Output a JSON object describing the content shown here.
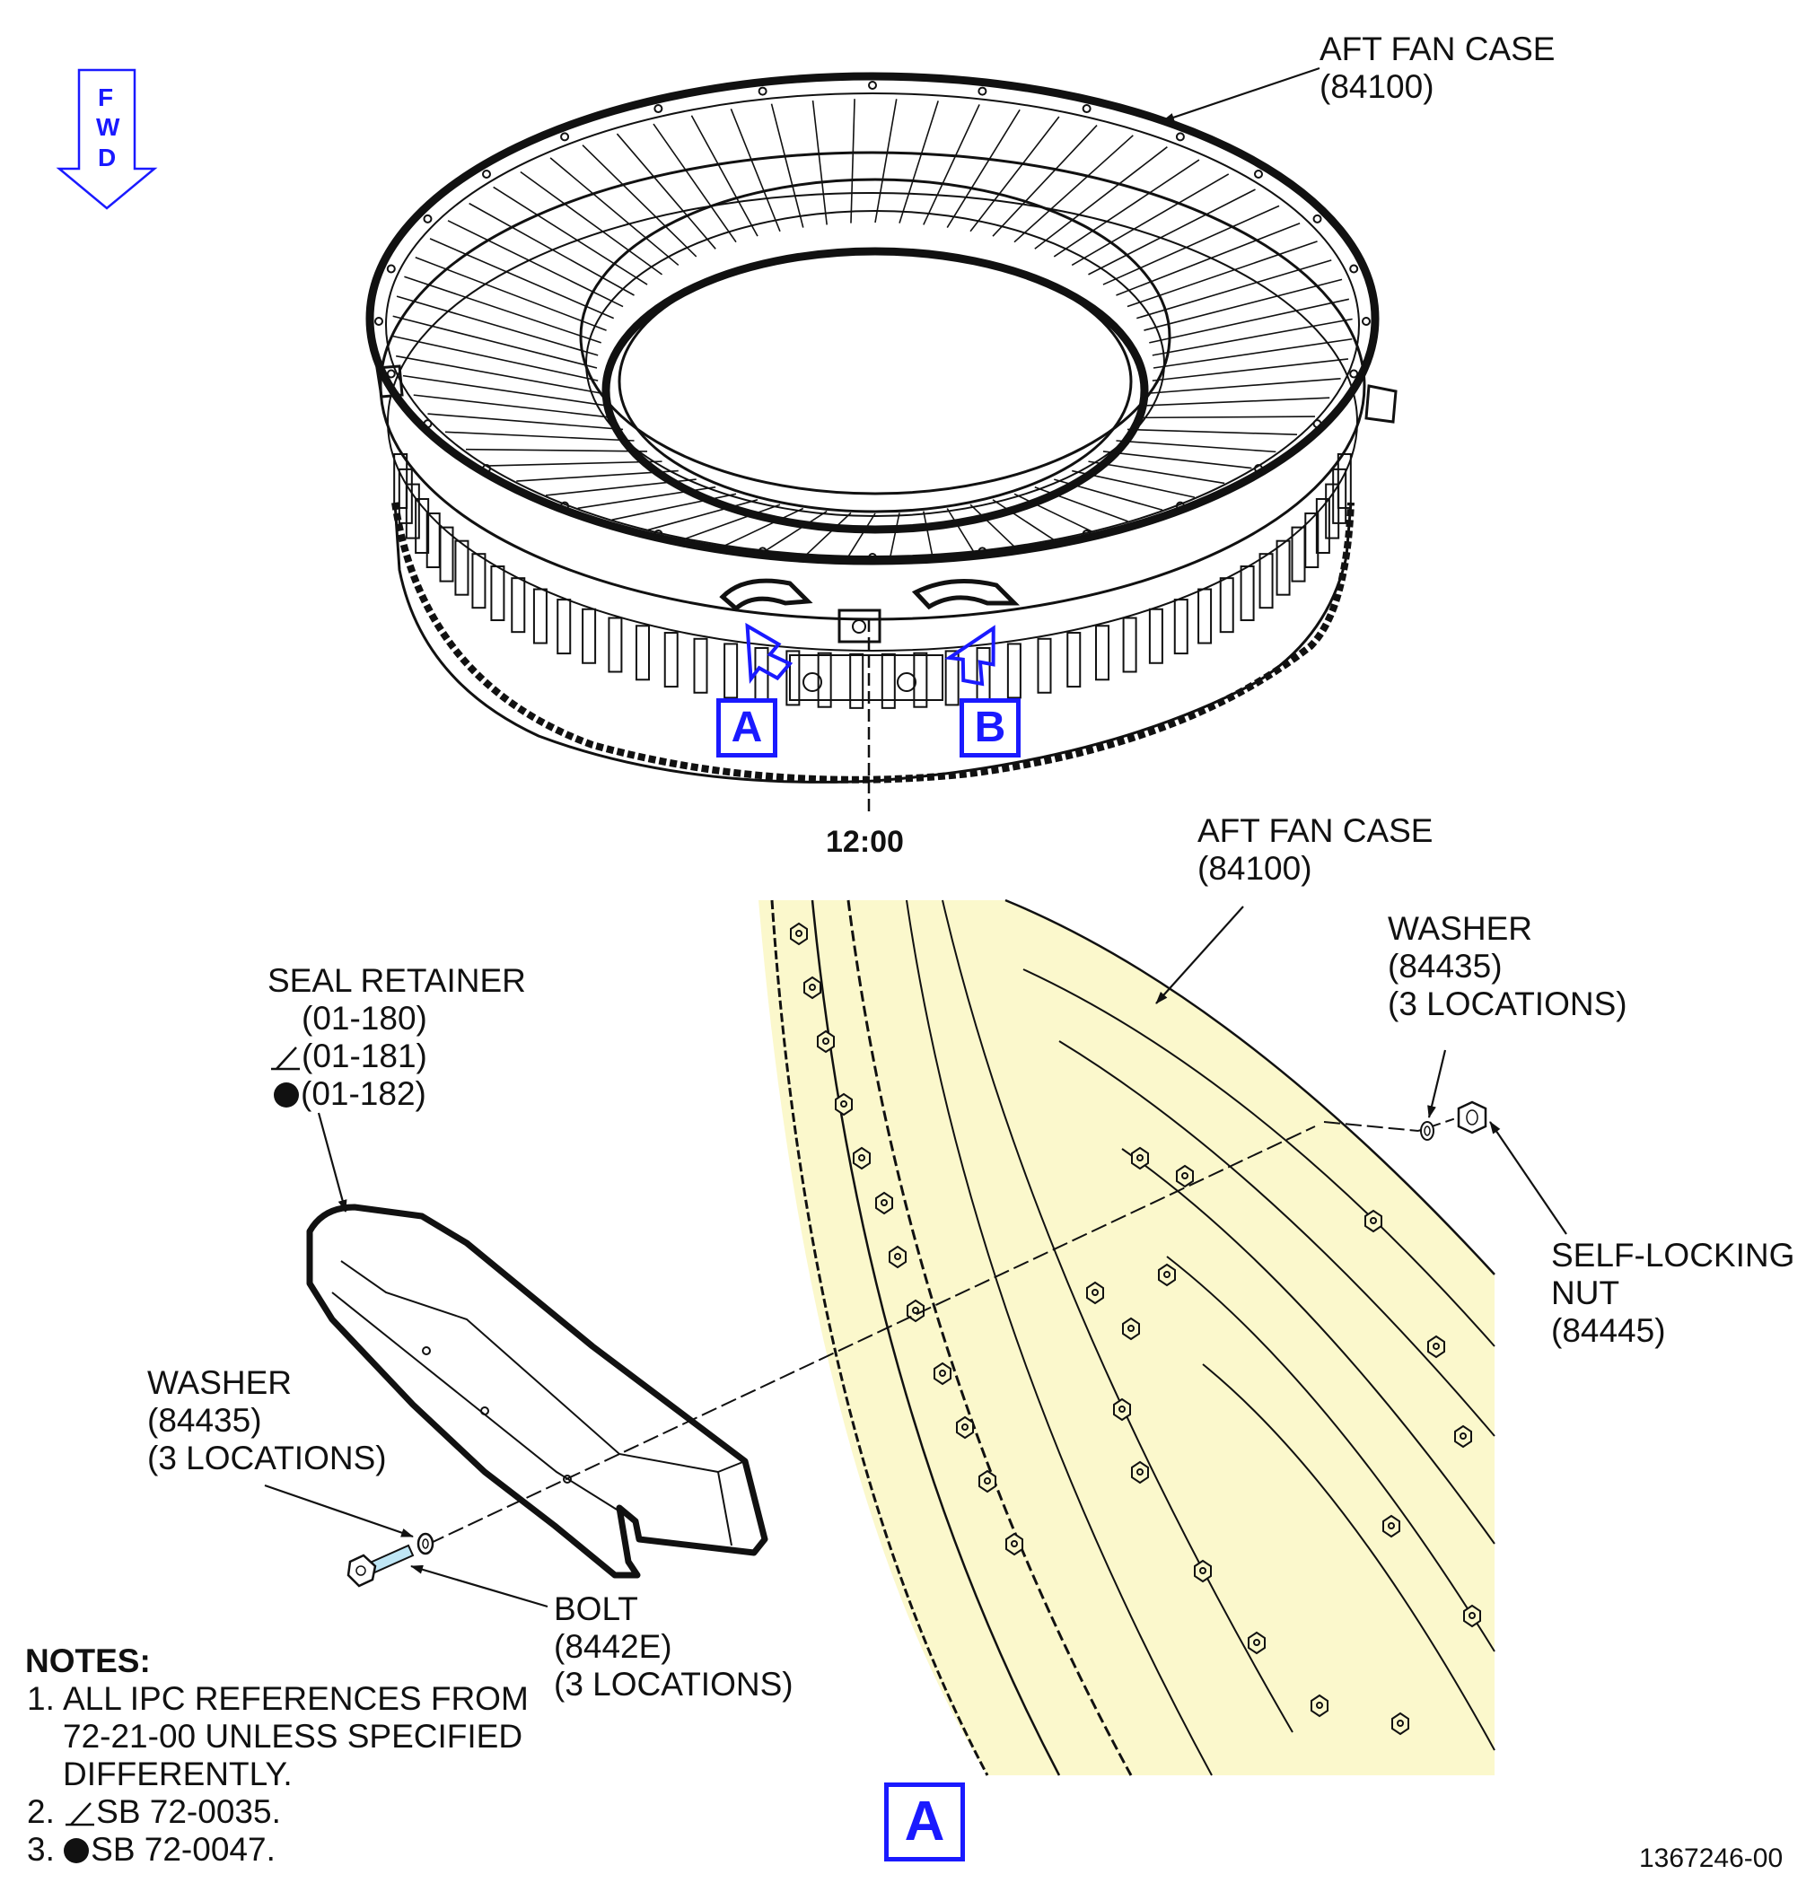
{
  "fwd_indicator": {
    "letters": [
      "F",
      "W",
      "D"
    ]
  },
  "top_view": {
    "case_label": {
      "name": "AFT FAN CASE",
      "ref": "(84100)"
    },
    "view_markers": [
      "A",
      "B"
    ],
    "clock_label": "12:00"
  },
  "detail_view": {
    "case_label": {
      "name": "AFT FAN CASE",
      "ref": "(84100)"
    },
    "seal_retainer": {
      "name": "SEAL RETAINER",
      "refs": [
        {
          "ref": "(01-180)",
          "symbol": ""
        },
        {
          "ref": "(01-181)",
          "symbol": "triangle"
        },
        {
          "ref": "(01-182)",
          "symbol": "dot"
        }
      ]
    },
    "washer_right": {
      "name": "WASHER",
      "ref": "(84435)",
      "qty": "(3 LOCATIONS)"
    },
    "washer_left": {
      "name": "WASHER",
      "ref": "(84435)",
      "qty": "(3 LOCATIONS)"
    },
    "self_locking_nut": {
      "name1": "SELF-LOCKING",
      "name2": "NUT",
      "ref": "(84445)"
    },
    "bolt": {
      "name": "BOLT",
      "ref": "(8442E)",
      "qty": "(3 LOCATIONS)"
    },
    "view_label": "A"
  },
  "notes": {
    "heading": "NOTES:",
    "items": [
      {
        "num": "1.",
        "lines": [
          "ALL IPC REFERENCES FROM",
          "72-21-00 UNLESS SPECIFIED",
          "DIFFERENTLY."
        ]
      },
      {
        "num": "2.",
        "symbol": "triangle",
        "lines": [
          "SB 72-0035."
        ]
      },
      {
        "num": "3.",
        "symbol": "dot",
        "lines": [
          "SB 72-0047."
        ]
      }
    ]
  },
  "figure_number": "1367246-00",
  "colors": {
    "callout_blue": "#1a1aff",
    "detail_fill": "#fbf8cc",
    "line": "#111111"
  }
}
